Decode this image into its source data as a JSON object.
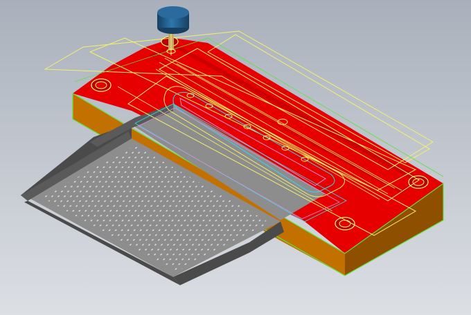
{
  "viewport": {
    "background_top": "#a9b0bb",
    "background_bottom": "#dcdfe4"
  },
  "colors": {
    "mold_top": "#e60000",
    "mold_top_shade": "#b80000",
    "mold_side": "#c27000",
    "mold_side_dark": "#8f4f00",
    "edge_green": "#5fe13a",
    "toolpath_yellow": "#f4f06a",
    "toolpath_cyan": "#38d6e8",
    "toolpath_magenta": "#e28bd6",
    "part_top": "#8d8d8d",
    "part_dark": "#4a4a4a",
    "part_holes": "#e6e6e6",
    "tool_holder": "#1f5a87",
    "tool_shank": "#c9a86a"
  },
  "scene": {
    "objects": [
      "mold-base",
      "perforated-tray-part",
      "toolpaths",
      "cutting-tool"
    ]
  }
}
